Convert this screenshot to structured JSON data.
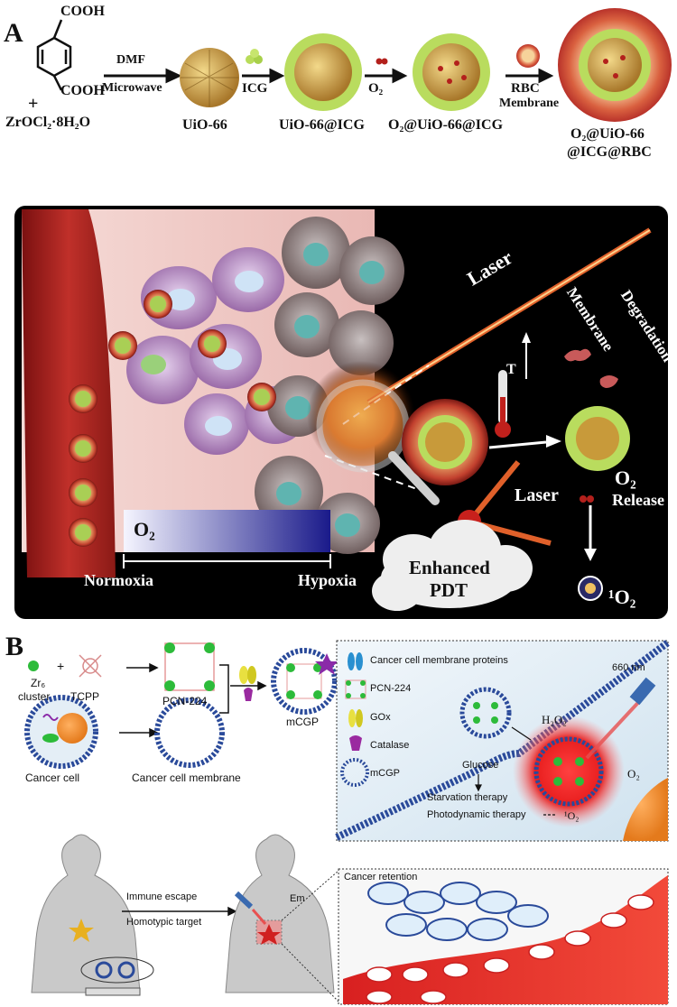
{
  "panel_a": {
    "panel_letter": "A",
    "reagents": {
      "cooh_top": "COOH",
      "cooh_bottom": "COOH",
      "plus": "+",
      "zr_salt": "ZrOCl₂·8H₂O"
    },
    "arrow1": {
      "top": "DMF",
      "bottom": "Microwave"
    },
    "uio66": "UiO-66",
    "arrow2": "ICG",
    "uio66_icg": "UiO-66@ICG",
    "arrow3": "O₂",
    "o2_uio66_icg": "O₂@UiO-66@ICG",
    "arrow4": {
      "top": "RBC",
      "bottom": "Membrane"
    },
    "final_line1": "O₂@UiO-66",
    "final_line2": "@ICG@RBC",
    "scene": {
      "laser_top": "Laser",
      "membrane": "Membrane",
      "degradation": "Degradation",
      "temp": "T",
      "o2_main": "O₂",
      "release": "Release",
      "laser_bottom": "Laser",
      "gradient_label": "O₂",
      "normoxia": "Normoxia",
      "hypoxia": "Hypoxia",
      "cloud_line1": "Enhanced",
      "cloud_line2": "PDT",
      "singlet_o2": "¹O₂"
    }
  },
  "panel_b": {
    "panel_letter": "B",
    "zr6_line1": "Zr₆",
    "zr6_line2": "cluster",
    "plus": "+",
    "tcpp": "TCPP",
    "pcn224": "PCN-224",
    "mcgp": "mCGP",
    "cancer_cell": "Cancer cell",
    "cancer_membrane": "Cancer cell membrane",
    "legend": [
      {
        "label": "Cancer cell membrane proteins",
        "icon": "membrane-protein-icon"
      },
      {
        "label": "PCN-224",
        "icon": "pcn224-icon"
      },
      {
        "label": "GOx",
        "icon": "gox-icon"
      },
      {
        "label": "Catalase",
        "icon": "catalase-icon"
      },
      {
        "label": "mCGP",
        "icon": "mcgp-icon"
      }
    ],
    "wavelength": "660 nm",
    "h2o2": "H₂O₂",
    "glucose": "Glucose",
    "o2": "O₂",
    "starvation": "Starvation therapy",
    "photodynamic": "Photodynamic  therapy",
    "singlet_o2": "¹O₂",
    "immune_escape": "Immune escape",
    "homotypic": "Homotypic target",
    "em": "Em",
    "cancer_retention": "Cancer retention"
  }
}
